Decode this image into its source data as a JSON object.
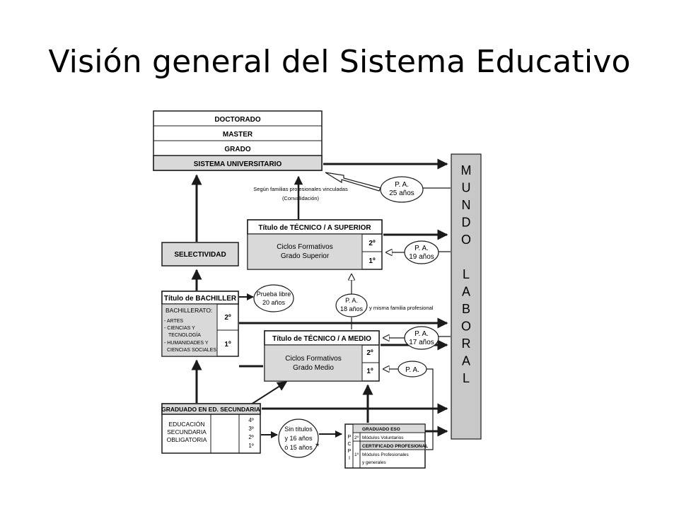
{
  "slide": {
    "title": "Visión general del Sistema Educativo"
  },
  "university": {
    "doctorado": "DOCTORADO",
    "master": "MASTER",
    "grado": "GRADO",
    "sistema": "SISTEMA UNIVERSITARIO"
  },
  "mundo_laboral": [
    "M",
    "U",
    "N",
    "D",
    "O",
    "",
    "L",
    "A",
    "B",
    "O",
    "R",
    "A",
    "L"
  ],
  "pa_25": {
    "line1": "P. A.",
    "line2": "25 años"
  },
  "convalidacion": {
    "line1": "Según familias profesionales vinculadas",
    "line2": "(Convalidación)"
  },
  "tecnico_superior": {
    "title": "Título de TÉCNICO / A SUPERIOR",
    "line1": "Ciclos Formativos",
    "line2": "Grado Superior",
    "year2": "2º",
    "year1": "1º"
  },
  "pa_19": {
    "line1": "P. A.",
    "line2": "19 años"
  },
  "selectividad": "SELECTIVIDAD",
  "bachiller": {
    "title": "Título de BACHILLER",
    "subtitle": "BACHILLERATO:",
    "items": [
      "- ARTES",
      "- CIENCIAS Y",
      "TECNOLOGÍA",
      "- HUMANIDADES Y",
      "CIENCIAS SOCIALES"
    ],
    "year2": "2º",
    "year1": "1º"
  },
  "prueba_libre": {
    "line1": "Prueba libre",
    "line2": "20 años"
  },
  "pa_18": {
    "line1": "P. A.",
    "line2": "18 años",
    "note": "y misma familia profesional"
  },
  "tecnico_medio": {
    "title": "Título de TÉCNICO / A MEDIO",
    "line1": "Ciclos Formativos",
    "line2": "Grado Medio",
    "year2": "2º",
    "year1": "1º"
  },
  "pa_17": {
    "line1": "P. A.",
    "line2": "17 años"
  },
  "pa_medio": {
    "line1": "P. A."
  },
  "eso": {
    "title": "GRADUADO EN ED. SECUNDARIA",
    "lines": [
      "EDUCACIÓN",
      "SECUNDARIA",
      "OBLIGATORIA"
    ],
    "years": [
      "4º",
      "3º",
      "2º",
      "1º"
    ]
  },
  "sin_titulos": {
    "line1": "Sin títulos",
    "line2": "y 16 años",
    "line3": "ó 15 años",
    "mark": "*"
  },
  "pcpi": {
    "letters": [
      "P",
      "C",
      "P",
      "I"
    ],
    "graduado": "GRADUADO ESO",
    "year2": "2º",
    "modulos_voluntarios": "Módulos Voluntarios",
    "certificado": "CERTIFICADO PROFESIONAL",
    "year1": "1º",
    "modulos_prof1": "Módulos Profesionales",
    "modulos_prof2": "y generales"
  },
  "colors": {
    "line": "#1a1a1a",
    "box_shade": "#d9d9d9",
    "laboral": "#c8c8c8"
  }
}
